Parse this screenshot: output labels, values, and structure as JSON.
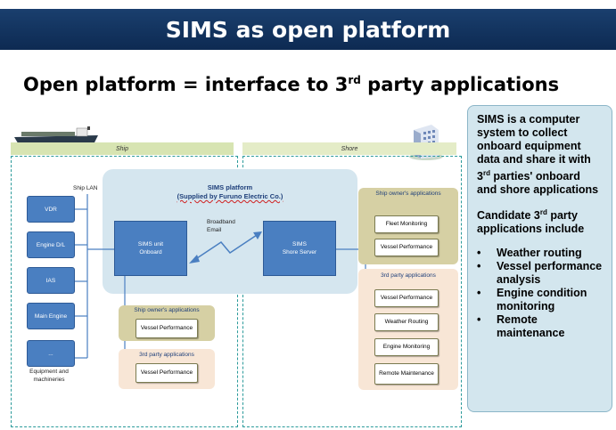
{
  "title": "SIMS as open platform",
  "subtitle": {
    "prefix": "Open platform = interface to 3",
    "sup": "rd",
    "suffix": " party applications"
  },
  "lanes": {
    "ship": "Ship",
    "shore": "Shore"
  },
  "platform": {
    "title": "SIMS platform",
    "subtitle": "(Supplied by Furuno Electric Co.)"
  },
  "broadband": {
    "line1": "Broadband",
    "line2": "Email"
  },
  "sims_unit": {
    "line1": "SIMS unit",
    "line2": "Onboard"
  },
  "sims_server": {
    "line1": "SIMS",
    "line2": "Shore Server"
  },
  "ship_lan": "Ship LAN",
  "equipment": [
    "VDR",
    "Engine D/L",
    "IAS",
    "Main Engine",
    "..."
  ],
  "equipment_caption": "Equipment and machineries",
  "ship_owner_apps": {
    "title": "Ship owner's applications",
    "items": [
      "Vessel Performance"
    ]
  },
  "ship_third_party_apps": {
    "title": "3rd party applications",
    "items": [
      "Vessel Performance"
    ]
  },
  "shore_owner_apps": {
    "title": "Ship owner's applications",
    "items": [
      "Fleet Monitoring",
      "Vessel Performance"
    ]
  },
  "shore_third_party_apps": {
    "title": "3rd party applications",
    "items": [
      "Vessel Performance",
      "Weather Routing",
      "Engine Monitoring",
      "Remote Maintenance"
    ]
  },
  "right_panel": {
    "p1_a": "SIMS is a computer system to collect onboard equipment data and share it with 3",
    "p1_sup": "rd",
    "p1_b": " parties' onboard and shore applications",
    "p2_a": "Candidate 3",
    "p2_sup": "rd",
    "p2_b": " party applications include",
    "bullets": [
      "Weather routing",
      "Vessel performance analysis",
      "Engine condition monitoring",
      "Remote maintenance"
    ]
  },
  "colors": {
    "title_bg": "#1a3f6e",
    "box_blue": "#4a7fc1",
    "platform_bg": "#d5e6ef",
    "panel_bg": "#d3e6ee",
    "olive": "#d6d0a4",
    "peach": "#f8e6d6"
  }
}
